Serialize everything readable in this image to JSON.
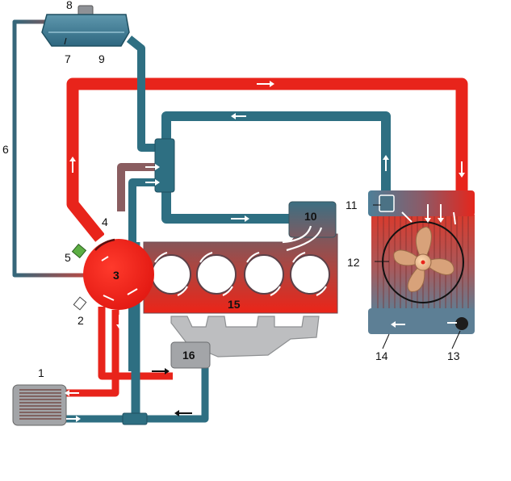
{
  "diagram": {
    "labels": {
      "l1": "1",
      "l2": "2",
      "l3": "3",
      "l4": "4",
      "l5": "5",
      "l6": "6",
      "l7": "7",
      "l8": "8",
      "l9": "9",
      "l10": "10",
      "l11": "11",
      "l12": "12",
      "l13": "13",
      "l14": "14",
      "l15": "15",
      "l16": "16"
    },
    "colors": {
      "hot": "#e8241b",
      "cold": "#2e6f82",
      "grey": "#8e9196",
      "engine_grey": "#a3a5a8",
      "arrow": "#ffffff"
    }
  }
}
